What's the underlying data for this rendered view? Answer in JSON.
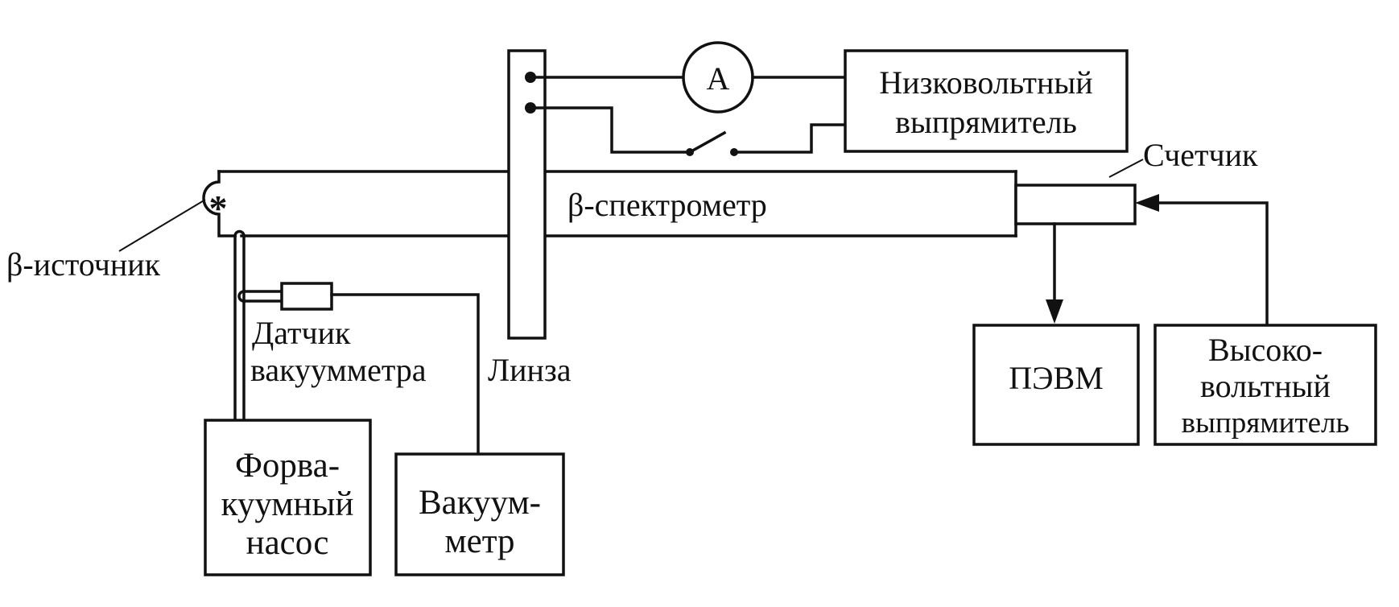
{
  "labels": {
    "source": "β-источник",
    "spectrometer": "β-спектрометр",
    "counter": "Счетчик",
    "lens": "Линза",
    "gauge_sensor_line1": "Датчик",
    "gauge_sensor_line2": "вакуумметра",
    "ammeter": "A",
    "low_voltage_line1": "Низковольтный",
    "low_voltage_line2": "выпрямитель",
    "computer": "ПЭВМ",
    "high_voltage_line1": "Высоко-",
    "high_voltage_line2": "вольтный",
    "high_voltage_line3": "выпрямитель",
    "pump_line1": "Форва-",
    "pump_line2": "куумный",
    "pump_line3": "насос",
    "vacuum_gauge_line1": "Вакуум-",
    "vacuum_gauge_line2": "метр",
    "source_star": "*"
  },
  "colors": {
    "line": "#111111",
    "background": "#ffffff"
  }
}
